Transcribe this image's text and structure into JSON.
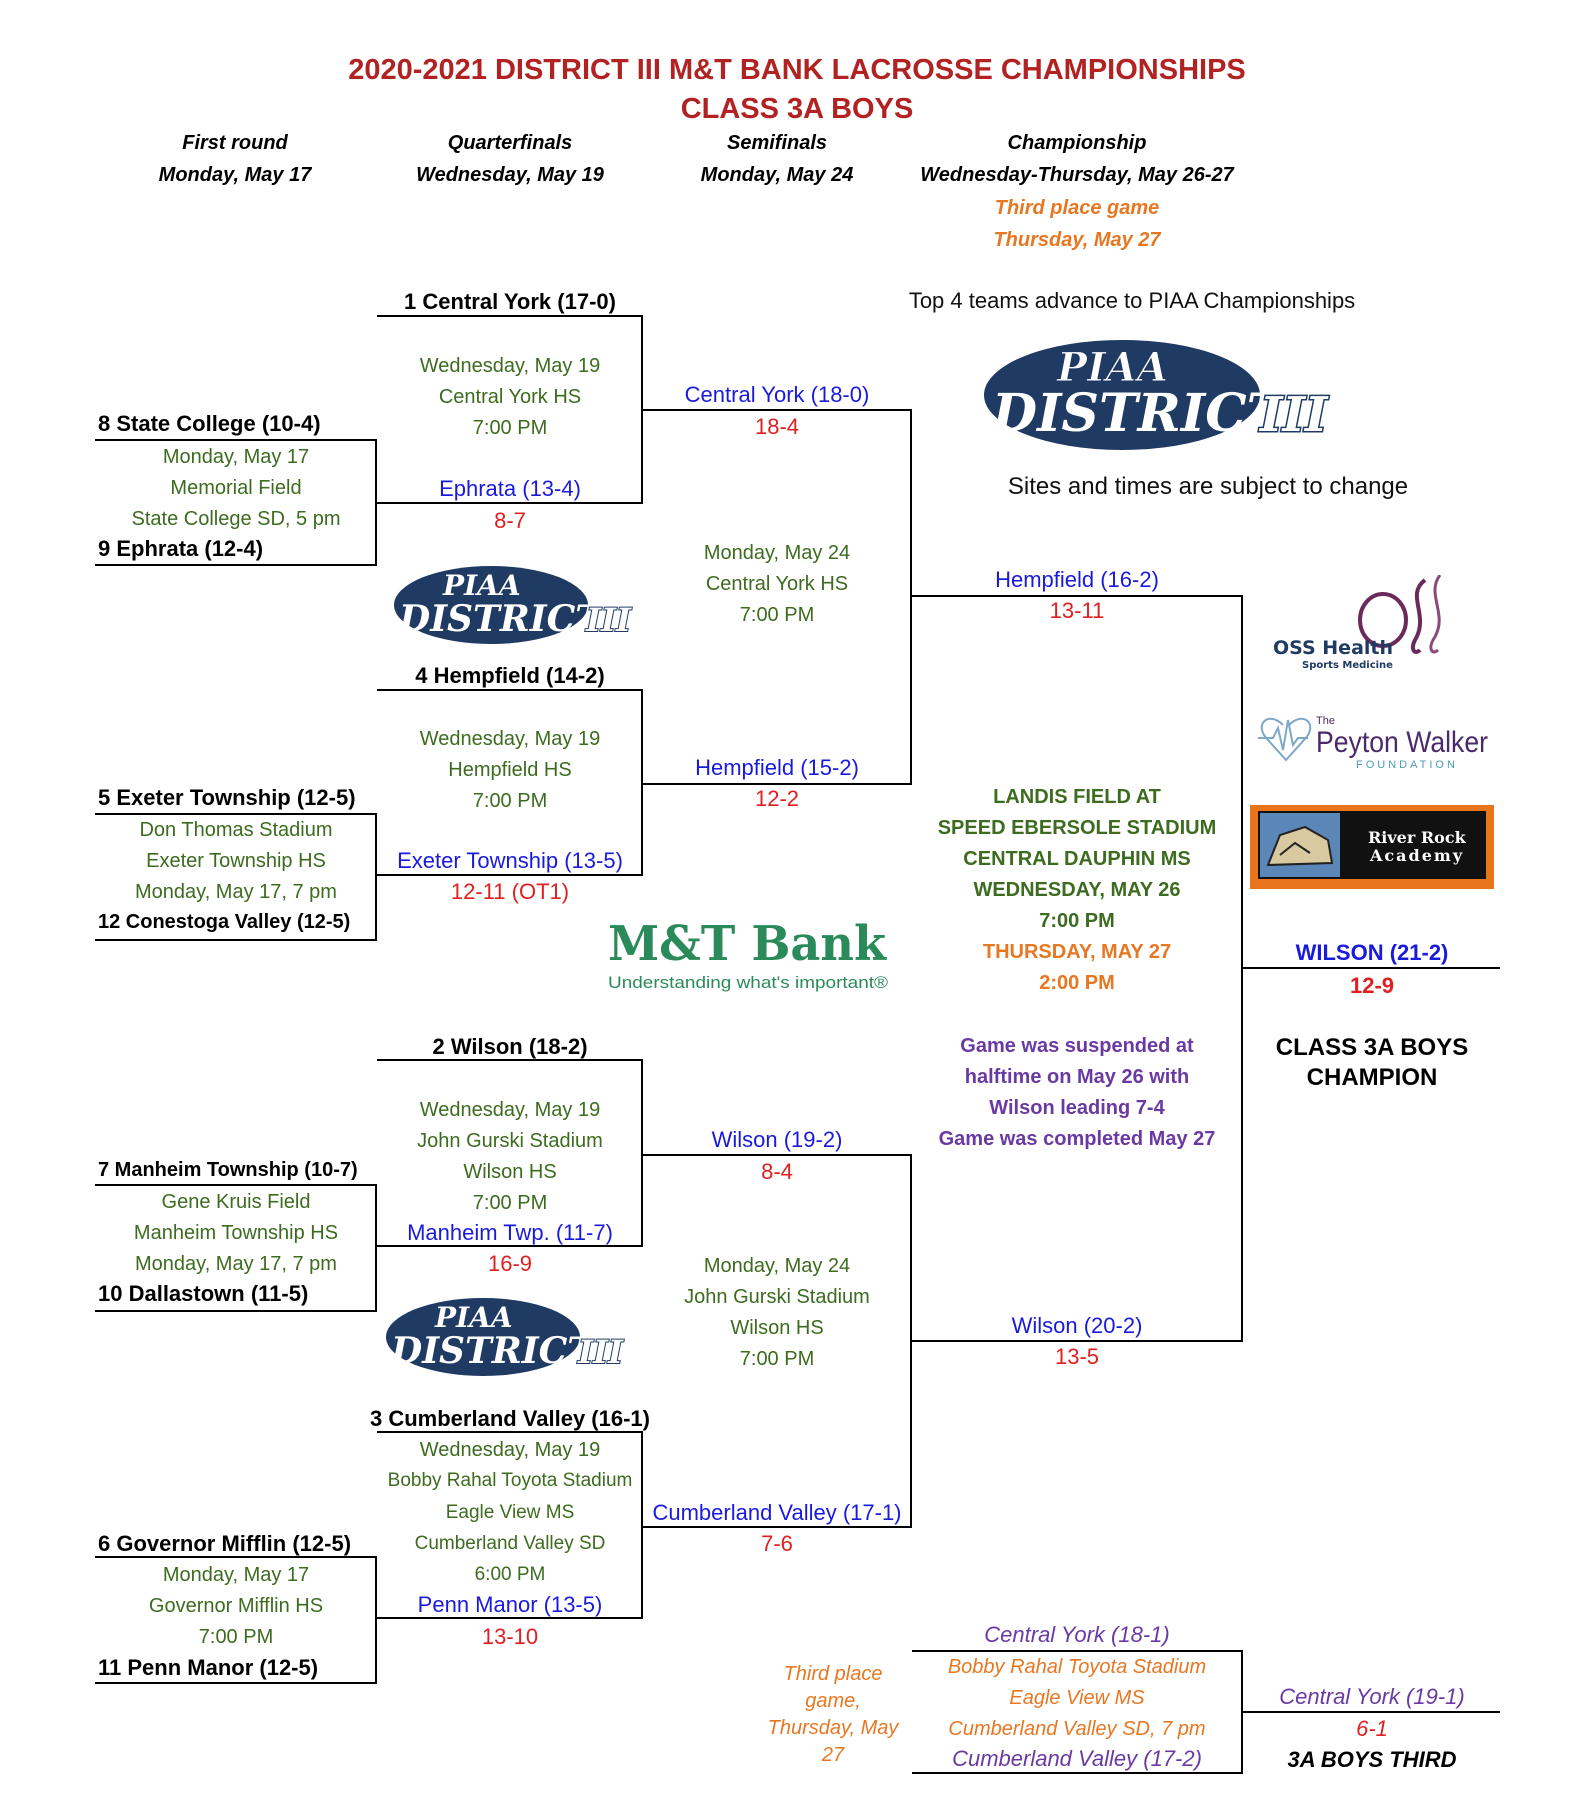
{
  "title": {
    "line1": "2020-2021 DISTRICT III M&T BANK LACROSSE CHAMPIONSHIPS",
    "line2": "CLASS 3A BOYS"
  },
  "rounds": {
    "r1": {
      "name": "First round",
      "date": "Monday, May 17"
    },
    "qf": {
      "name": "Quarterfinals",
      "date": "Wednesday, May 19"
    },
    "sf": {
      "name": "Semifinals",
      "date": "Monday, May 24"
    },
    "ch": {
      "name": "Championship",
      "date": "Wednesday-Thursday, May 26-27"
    },
    "third_name": "Third place game",
    "third_date": "Thursday, May 27"
  },
  "notes": {
    "top4": "Top 4 teams advance to PIAA Championships",
    "sites": "Sites and times are subject to change"
  },
  "logos": {
    "piaa_top": "PIAA",
    "district": "DISTRICT",
    "roman": "III",
    "oss_name": "OSS Health",
    "oss_sub": "Sports Medicine",
    "peyton_the": "The",
    "peyton_name": "Peyton Walker",
    "peyton_sub": "FOUNDATION",
    "river1": "River Rock",
    "river2": "Academy",
    "mt_name": "M&T Bank",
    "mt_tag": "Understanding what's important®"
  },
  "first_round": {
    "g1": {
      "top": "8 State College (10-4)",
      "bottom": "9 Ephrata (12-4)",
      "info": [
        "Monday, May 17",
        "Memorial Field",
        "State College SD, 5 pm"
      ]
    },
    "g2": {
      "top": "5 Exeter Township (12-5)",
      "bottom": "12 Conestoga Valley (12-5)",
      "info": [
        "Don Thomas Stadium",
        "Exeter Township HS",
        "Monday, May 17, 7 pm"
      ]
    },
    "g3": {
      "top": "7 Manheim Township (10-7)",
      "bottom": "10 Dallastown (11-5)",
      "info": [
        "Gene Kruis Field",
        "Manheim Township HS",
        "Monday, May 17, 7 pm"
      ]
    },
    "g4": {
      "top": "6 Governor Mifflin (12-5)",
      "bottom": "11 Penn Manor (12-5)",
      "info": [
        "Monday, May 17",
        "Governor Mifflin HS",
        "7:00 PM"
      ]
    }
  },
  "quarterfinals": {
    "q1": {
      "seed": "1 Central York (17-0)",
      "winner": "Ephrata (13-4)",
      "score": "8-7",
      "info": [
        "Wednesday, May 19",
        "Central York HS",
        "7:00 PM"
      ]
    },
    "q2": {
      "seed": "4 Hempfield (14-2)",
      "winner": "Exeter Township (13-5)",
      "score": "12-11 (OT1)",
      "info": [
        "Wednesday, May 19",
        "Hempfield HS",
        "7:00 PM"
      ]
    },
    "q3": {
      "seed": "2 Wilson (18-2)",
      "winner": "Manheim Twp. (11-7)",
      "score": "16-9",
      "info": [
        "Wednesday, May 19",
        "John Gurski Stadium",
        "Wilson HS",
        "7:00 PM"
      ]
    },
    "q4": {
      "seed": "3 Cumberland Valley (16-1)",
      "winner": "Penn Manor (13-5)",
      "score": "13-10",
      "info": [
        "Wednesday, May 19",
        "Bobby Rahal Toyota Stadium",
        "Eagle View MS",
        "Cumberland Valley SD",
        "6:00 PM"
      ]
    }
  },
  "semifinals": {
    "s1": {
      "top": "Central York (18-0)",
      "top_score": "18-4",
      "bottom": "Hempfield (15-2)",
      "bottom_score": "12-2",
      "info": [
        "Monday, May 24",
        "Central York HS",
        "7:00 PM"
      ]
    },
    "s2": {
      "top": "Wilson (19-2)",
      "top_score": "8-4",
      "bottom": "Cumberland Valley (17-1)",
      "bottom_score": "7-6",
      "info": [
        "Monday, May 24",
        "John Gurski Stadium",
        "Wilson HS",
        "7:00 PM"
      ]
    }
  },
  "finals": {
    "top": "Hempfield (16-2)",
    "top_score": "13-11",
    "bottom": "Wilson (20-2)",
    "bottom_score": "13-5",
    "venue": [
      "LANDIS FIELD AT",
      "SPEED EBERSOLE STADIUM",
      "CENTRAL DAUPHIN MS",
      "WEDNESDAY, MAY 26",
      "7:00 PM"
    ],
    "venue2": [
      "THURSDAY, MAY 27",
      "2:00 PM"
    ],
    "suspension": [
      "Game was suspended at",
      "halftime on May 26 with",
      "Wilson leading 7-4",
      "Game was completed May 27"
    ]
  },
  "champion": {
    "name": "WILSON (21-2)",
    "score": "12-9",
    "label1": "CLASS 3A BOYS",
    "label2": "CHAMPION"
  },
  "third_place": {
    "label": [
      "Third place",
      "game,",
      "Thursday, May",
      "27"
    ],
    "top": "Central York (18-1)",
    "info": [
      "Bobby Rahal Toyota Stadium",
      "Eagle View MS",
      "Cumberland Valley SD, 7 pm"
    ],
    "bottom": "Cumberland Valley (17-2)",
    "winner": "Central York (19-1)",
    "score": "6-1",
    "result_label": "3A BOYS THIRD"
  },
  "colors": {
    "title": "#b22222",
    "green": "#3d6b1f",
    "blue": "#1a1adf",
    "red": "#e02020",
    "orange": "#e87722",
    "purple": "#6a3aa3",
    "navy": "#1f3a63"
  }
}
